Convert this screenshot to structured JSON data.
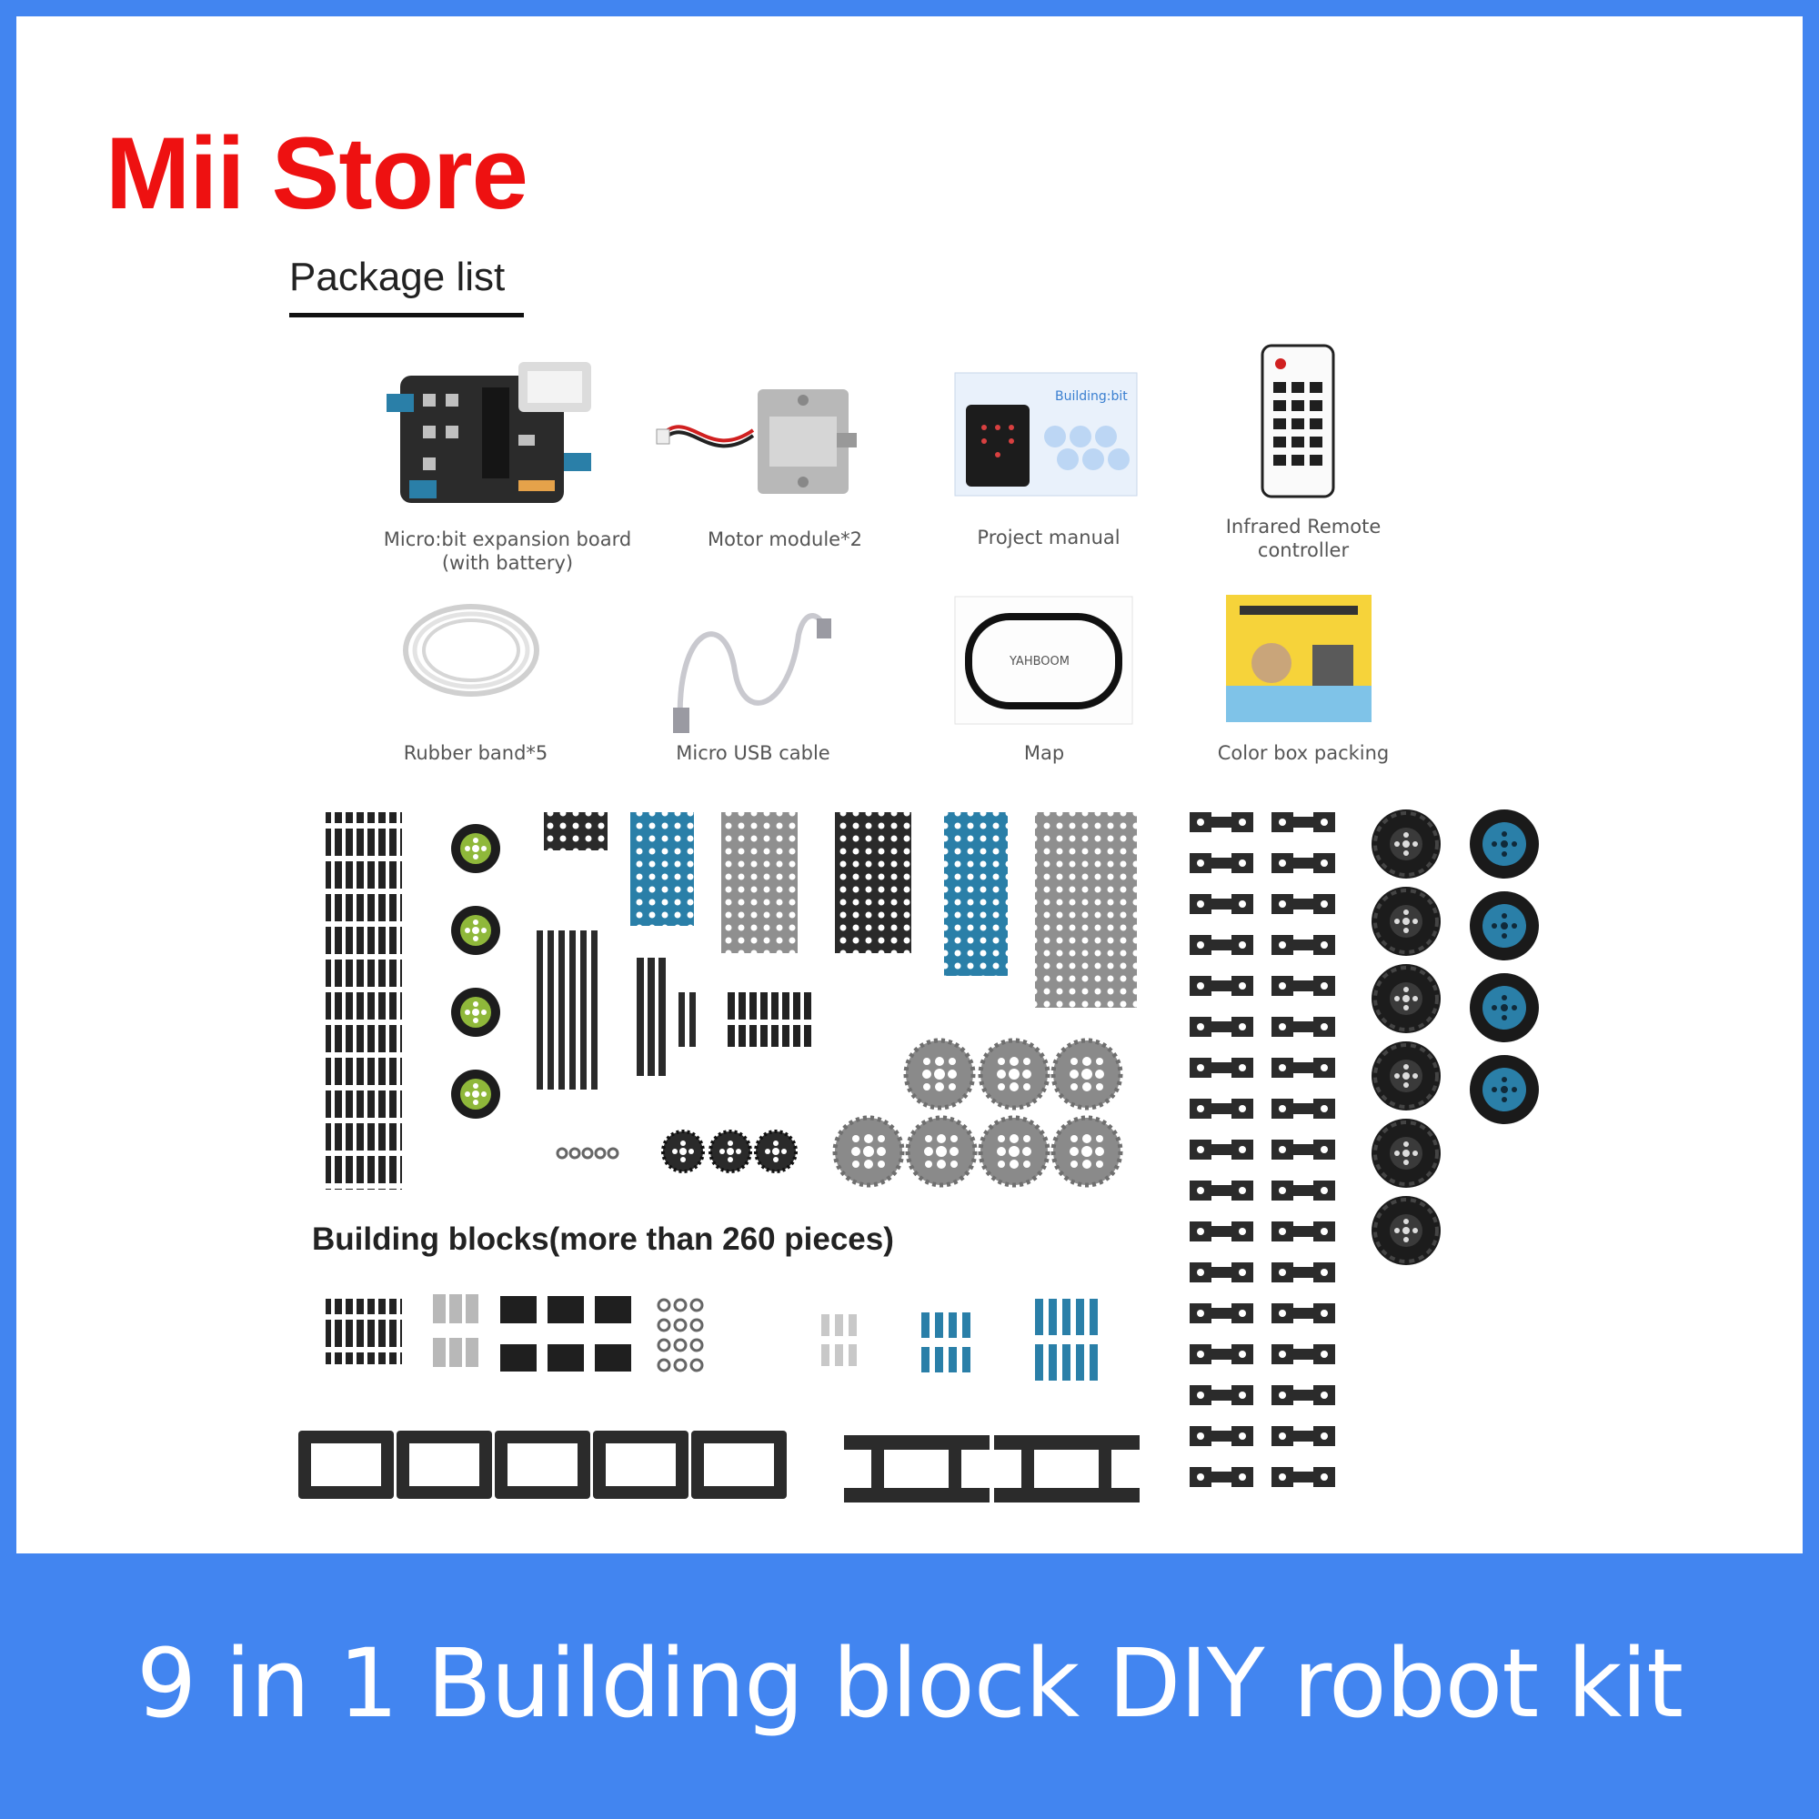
{
  "brand": {
    "name": "Mii Store",
    "color": "#ee1111"
  },
  "package_list": {
    "title": "Package list",
    "items": [
      {
        "label": "Micro:bit expansion board\n(with battery)",
        "icon": "expansion-board-icon"
      },
      {
        "label": "Motor module*2",
        "icon": "motor-module-icon"
      },
      {
        "label": "Project manual",
        "icon": "project-manual-icon"
      },
      {
        "label": "Infrared Remote\ncontroller",
        "icon": "remote-controller-icon"
      },
      {
        "label": "Rubber band*5",
        "icon": "rubber-band-icon"
      },
      {
        "label": "Micro USB cable",
        "icon": "usb-cable-icon"
      },
      {
        "label": "Map",
        "icon": "map-icon"
      },
      {
        "label": "Color box packing",
        "icon": "color-box-icon"
      }
    ]
  },
  "building_blocks": {
    "caption": "Building blocks(more than 260 pieces)"
  },
  "footer": {
    "title": "9 in 1 Building block DIY robot kit"
  },
  "colors": {
    "background": "#4285f0",
    "panel": "#ffffff",
    "accent_blue": "#2a7fa8",
    "wheel_green": "#8fb83a"
  }
}
